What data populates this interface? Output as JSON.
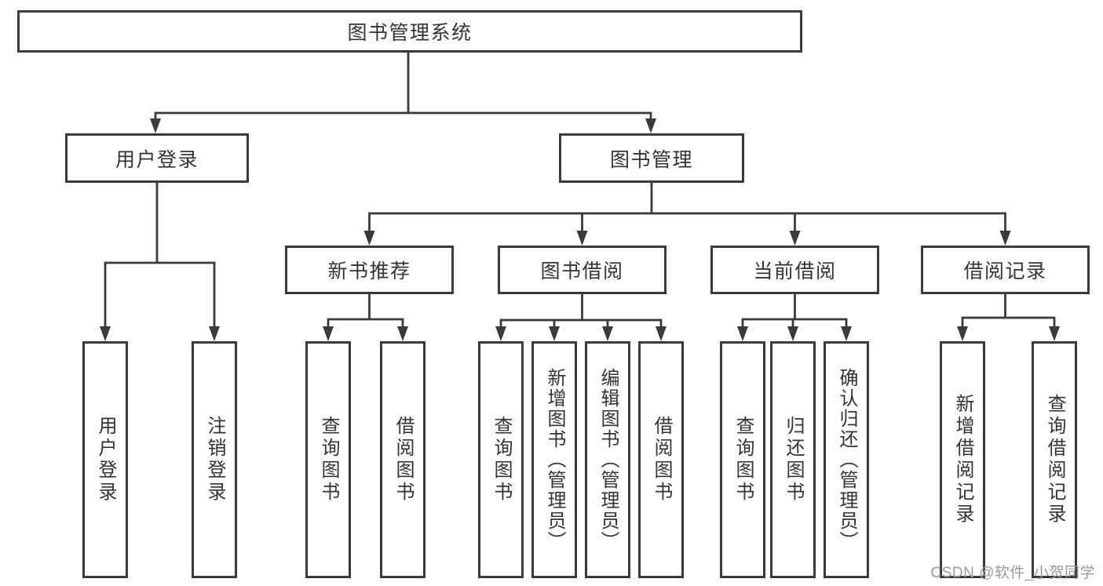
{
  "diagram": {
    "root": {
      "label": "图书管理系统"
    },
    "user_login": {
      "label": "用户登录",
      "leaves": [
        {
          "label": "用户登录"
        },
        {
          "label": "注销登录"
        }
      ]
    },
    "book_mgmt": {
      "label": "图书管理",
      "groups": [
        {
          "label": "新书推荐",
          "leaves": [
            {
              "label": "查询图书"
            },
            {
              "label": "借阅图书"
            }
          ]
        },
        {
          "label": "图书借阅",
          "leaves": [
            {
              "label": "查询图书"
            },
            {
              "label": "新增图书（管理员）"
            },
            {
              "label": "编辑图书（管理员）"
            },
            {
              "label": "借阅图书"
            }
          ]
        },
        {
          "label": "当前借阅",
          "leaves": [
            {
              "label": "查询图书"
            },
            {
              "label": "归还图书"
            },
            {
              "label": "确认归还（管理员）"
            }
          ]
        },
        {
          "label": "借阅记录",
          "leaves": [
            {
              "label": "新增借阅记录"
            },
            {
              "label": "查询借阅记录"
            }
          ]
        }
      ]
    }
  },
  "watermark": {
    "text": "CSDN @软件_小贺同学"
  },
  "colors": {
    "line": "#3a3a3a",
    "text": "#333333",
    "watermark": "#9b9b9b",
    "background": "#ffffff"
  }
}
